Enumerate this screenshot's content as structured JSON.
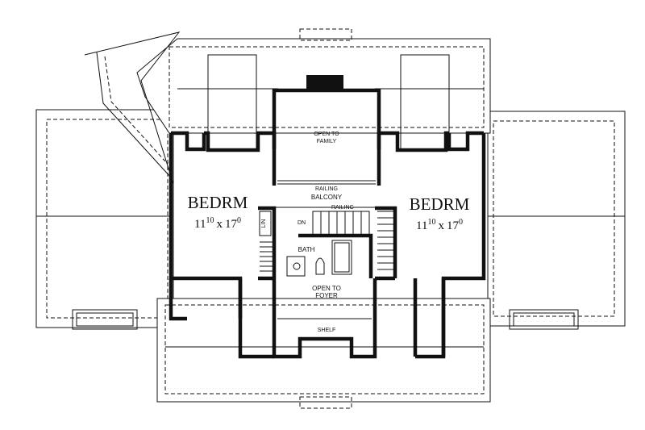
{
  "rooms": {
    "left_bedroom": {
      "name": "BEDRM",
      "w_ft": "11",
      "w_in": "10",
      "sep": "x",
      "l_ft": "17",
      "l_in": "0"
    },
    "right_bedroom": {
      "name": "BEDRM",
      "w_ft": "11",
      "w_in": "10",
      "sep": "x",
      "l_ft": "17",
      "l_in": "0"
    }
  },
  "labels": {
    "open_to_family_1": "OPEN TO",
    "open_to_family_2": "FAMILY",
    "railing_top": "RAILING",
    "balcony": "BALCONY",
    "railing_stair": "RAILING",
    "dn": "DN",
    "lin": "LIN",
    "bath": "BATH",
    "open_to_foyer_1": "OPEN TO",
    "open_to_foyer_2": "FOYER",
    "shelf": "SHELF"
  }
}
